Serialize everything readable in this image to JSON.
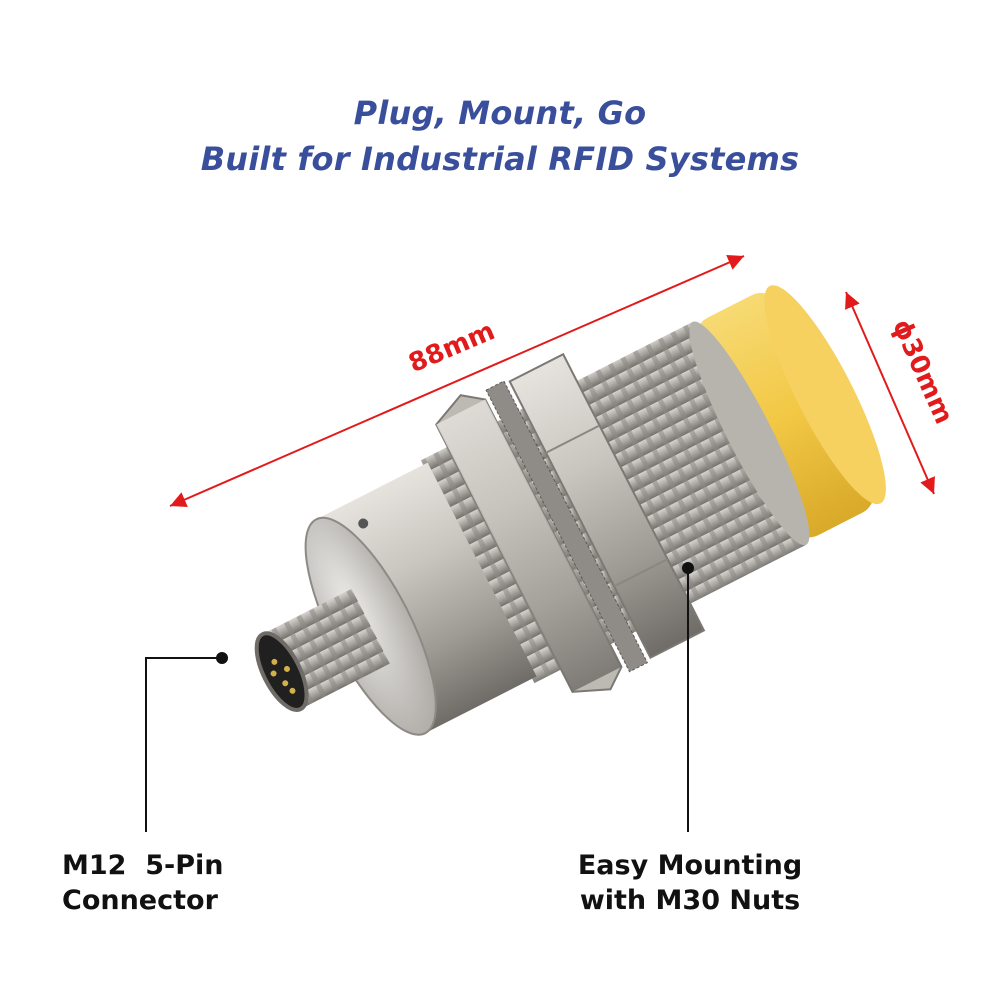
{
  "header": {
    "line1": "Plug, Mount, Go",
    "line2": "Built for Industrial RFID Systems"
  },
  "dimensions": {
    "length_label": "88mm",
    "diameter_label": "ϕ30mm"
  },
  "callouts": {
    "connector_line1": "M12  5-Pin",
    "connector_line2": "Connector",
    "mounting_line1": "Easy Mounting",
    "mounting_line2": "with M30 Nuts"
  },
  "colors": {
    "title": "#3a4f9c",
    "dimension": "#e11b1b",
    "callout_text": "#111111",
    "sensor_cap": "#f3c94a",
    "metal": "#b9b6b0"
  }
}
